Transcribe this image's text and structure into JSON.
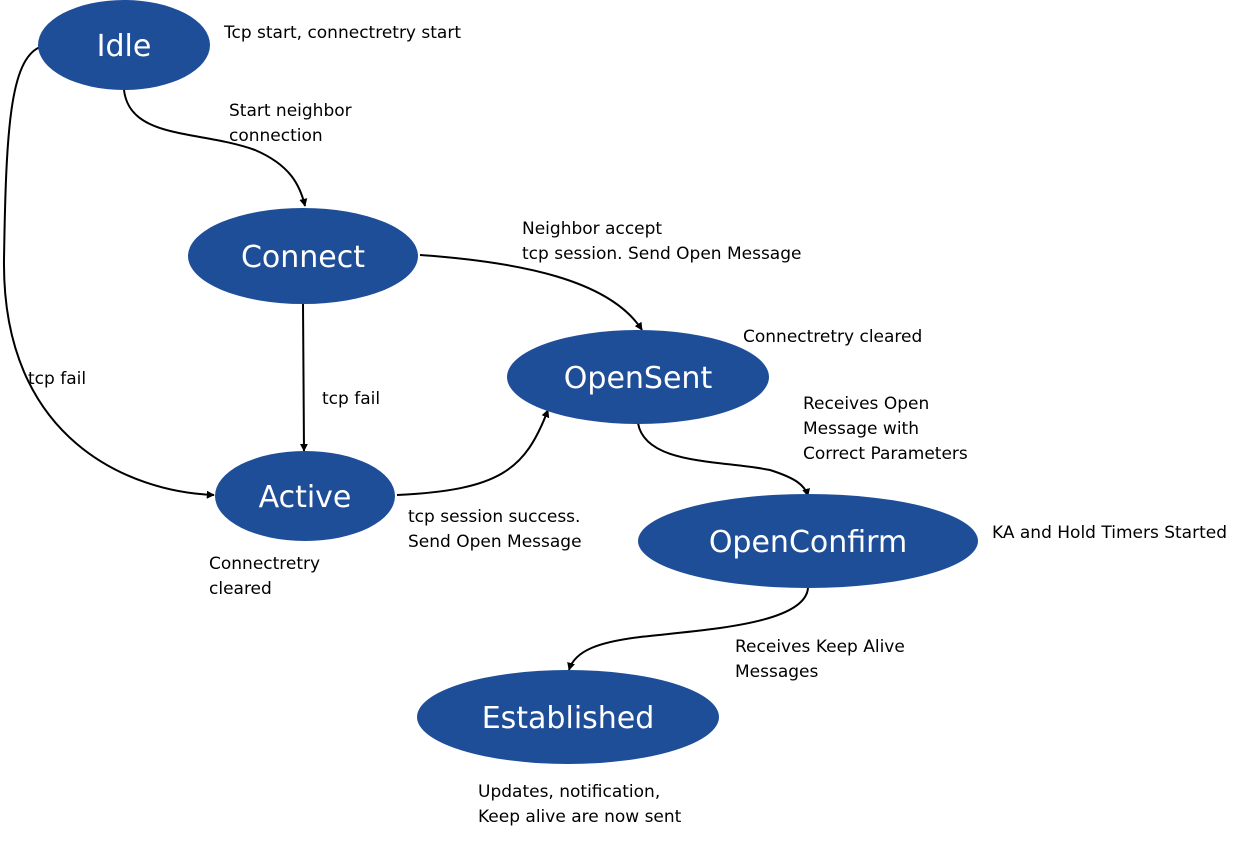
{
  "colors": {
    "state_fill": "#1f4e99",
    "state_text": "#ffffff",
    "edge": "#000000",
    "background": "#ffffff"
  },
  "states": {
    "idle": "Idle",
    "connect": "Connect",
    "opensent": "OpenSent",
    "active": "Active",
    "openconfirm": "OpenConfirm",
    "established": "Established"
  },
  "annotations": {
    "idle_note": "Tcp start, connectretry start",
    "start_neighbor": [
      "Start neighbor",
      "connection"
    ],
    "neighbor_accept": [
      "Neighbor accept",
      "tcp session. Send Open Message"
    ],
    "opensent_note": "Connectretry cleared",
    "tcp_fail_left": "tcp fail",
    "tcp_fail_mid": "tcp fail",
    "receives_open": [
      "Receives Open",
      "Message with",
      "Correct Parameters"
    ],
    "tcp_success": [
      "tcp session success.",
      "Send Open Message"
    ],
    "openconfirm_note": "KA and Hold Timers Started",
    "active_note": [
      "Connectretry",
      "cleared"
    ],
    "receives_keepalive": [
      "Receives Keep Alive",
      "Messages"
    ],
    "established_note": [
      "Updates, notification,",
      "Keep alive are now sent"
    ]
  }
}
